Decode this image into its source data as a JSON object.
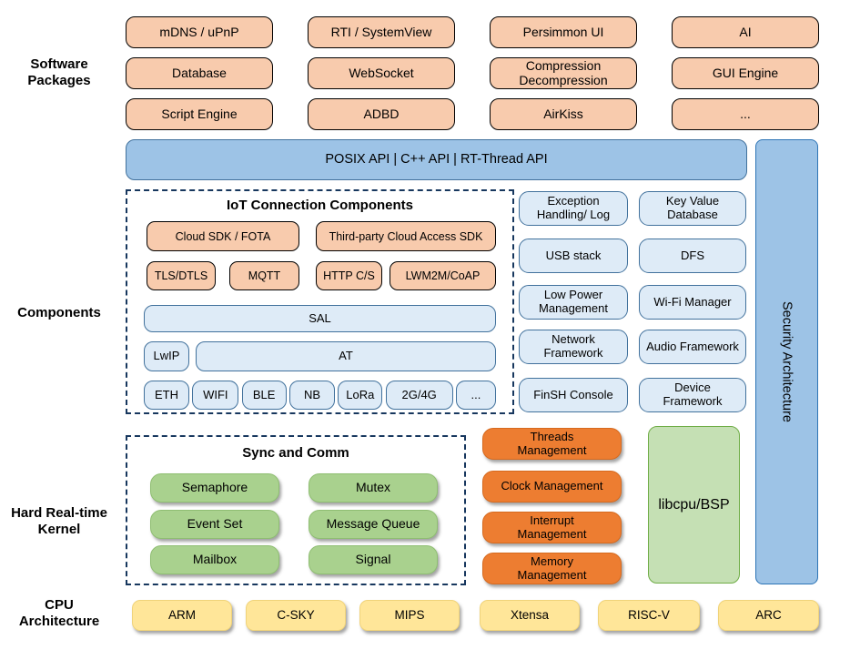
{
  "side_labels": {
    "software_packages": "Software\nPackages",
    "components": "Components",
    "kernel": "Hard Real-time\nKernel",
    "cpu": "CPU\nArchitecture"
  },
  "software_packages": [
    "mDNS / uPnP",
    "RTI / SystemView",
    "Persimmon UI",
    "AI",
    "Database",
    "WebSocket",
    "Compression Decompression",
    "GUI Engine",
    "Script Engine",
    "ADBD",
    "AirKiss",
    "..."
  ],
  "api_bar": "POSIX API | C++ API | RT-Thread API",
  "security_bar": "Security Architecture",
  "iot": {
    "title": "IoT Connection Components",
    "cloud_sdk": "Cloud SDK / FOTA",
    "third_party": "Third-party Cloud Access SDK",
    "protocols": [
      "TLS/DTLS",
      "MQTT",
      "HTTP C/S",
      "LWM2M/CoAP"
    ],
    "sal": "SAL",
    "lwip": "LwIP",
    "at": "AT",
    "links": [
      "ETH",
      "WIFI",
      "BLE",
      "NB",
      "LoRa",
      "2G/4G",
      "..."
    ]
  },
  "components_right": [
    "Exception Handling/ Log",
    "Key Value Database",
    "USB stack",
    "DFS",
    "Low Power Management",
    "Wi-Fi Manager",
    "Network Framework",
    "Audio Framework",
    "FinSH Console",
    "Device Framework"
  ],
  "kernel": {
    "sync_title": "Sync and Comm",
    "sync_items": [
      "Semaphore",
      "Mutex",
      "Event Set",
      "Message Queue",
      "Mailbox",
      "Signal"
    ],
    "mgmt_items": [
      "Threads Management",
      "Clock Management",
      "Interrupt Management",
      "Memory Management"
    ],
    "libcpu": "libcpu/BSP"
  },
  "cpu_archs": [
    "ARM",
    "C-SKY",
    "MIPS",
    "Xtensa",
    "RISC-V",
    "ARC"
  ],
  "colors": {
    "peach": "#F8CBAD",
    "api_blue": "#9DC3E6",
    "light_blue": "#DEEBF7",
    "blue_border": "#41719C",
    "kernel_orange": "#ED7D31",
    "green": "#A9D18E",
    "light_green": "#C5E0B4",
    "yellow": "#FFE699",
    "dash_navy": "#17375E"
  }
}
